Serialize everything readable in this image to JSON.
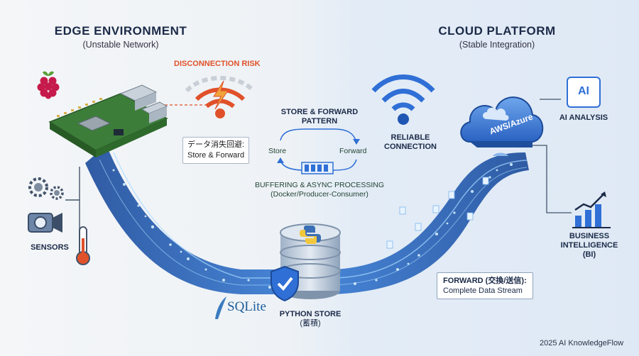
{
  "edge": {
    "title": "EDGE ENVIRONMENT",
    "subtitle": "(Unstable Network)",
    "risk_label": "DISCONNECTION RISK",
    "risk_note_line1": "データ消失回避:",
    "risk_note_line2": "Store & Forward",
    "sensors_label": "SENSORS"
  },
  "cloud": {
    "title": "CLOUD PLATFORM",
    "subtitle": "(Stable Integration)",
    "cloud_label": "AWS/Azure",
    "ai_badge": "AI",
    "ai_label": "AI ANALYSIS",
    "bi_line1": "BUSINESS",
    "bi_line2": "INTELLIGENCE",
    "bi_line3": "(BI)",
    "reliable_line1": "RELIABLE",
    "reliable_line2": "CONNECTION"
  },
  "pattern": {
    "title_line1": "STORE & FORWARD",
    "title_line2": "PATTERN",
    "store": "Store",
    "forward": "Forward",
    "buffer_line1": "BUFFERING & ASYNC PROCESSING",
    "buffer_line2": "(Docker/Producer-Consumer)"
  },
  "storage": {
    "sqlite": "SQLite",
    "python_store_line1": "PYTHON STORE",
    "python_store_line2": "(蓄積)"
  },
  "forward_box": {
    "line1": "FORWARD (交換/送信):",
    "line2": "Complete Data Stream"
  },
  "footer": "2025 AI KnowledgeFlow",
  "colors": {
    "accent_blue": "#2f6fd6",
    "risk_orange": "#e0512a",
    "raspberry": "#c51a4a",
    "board_green": "#3c7d3a"
  }
}
